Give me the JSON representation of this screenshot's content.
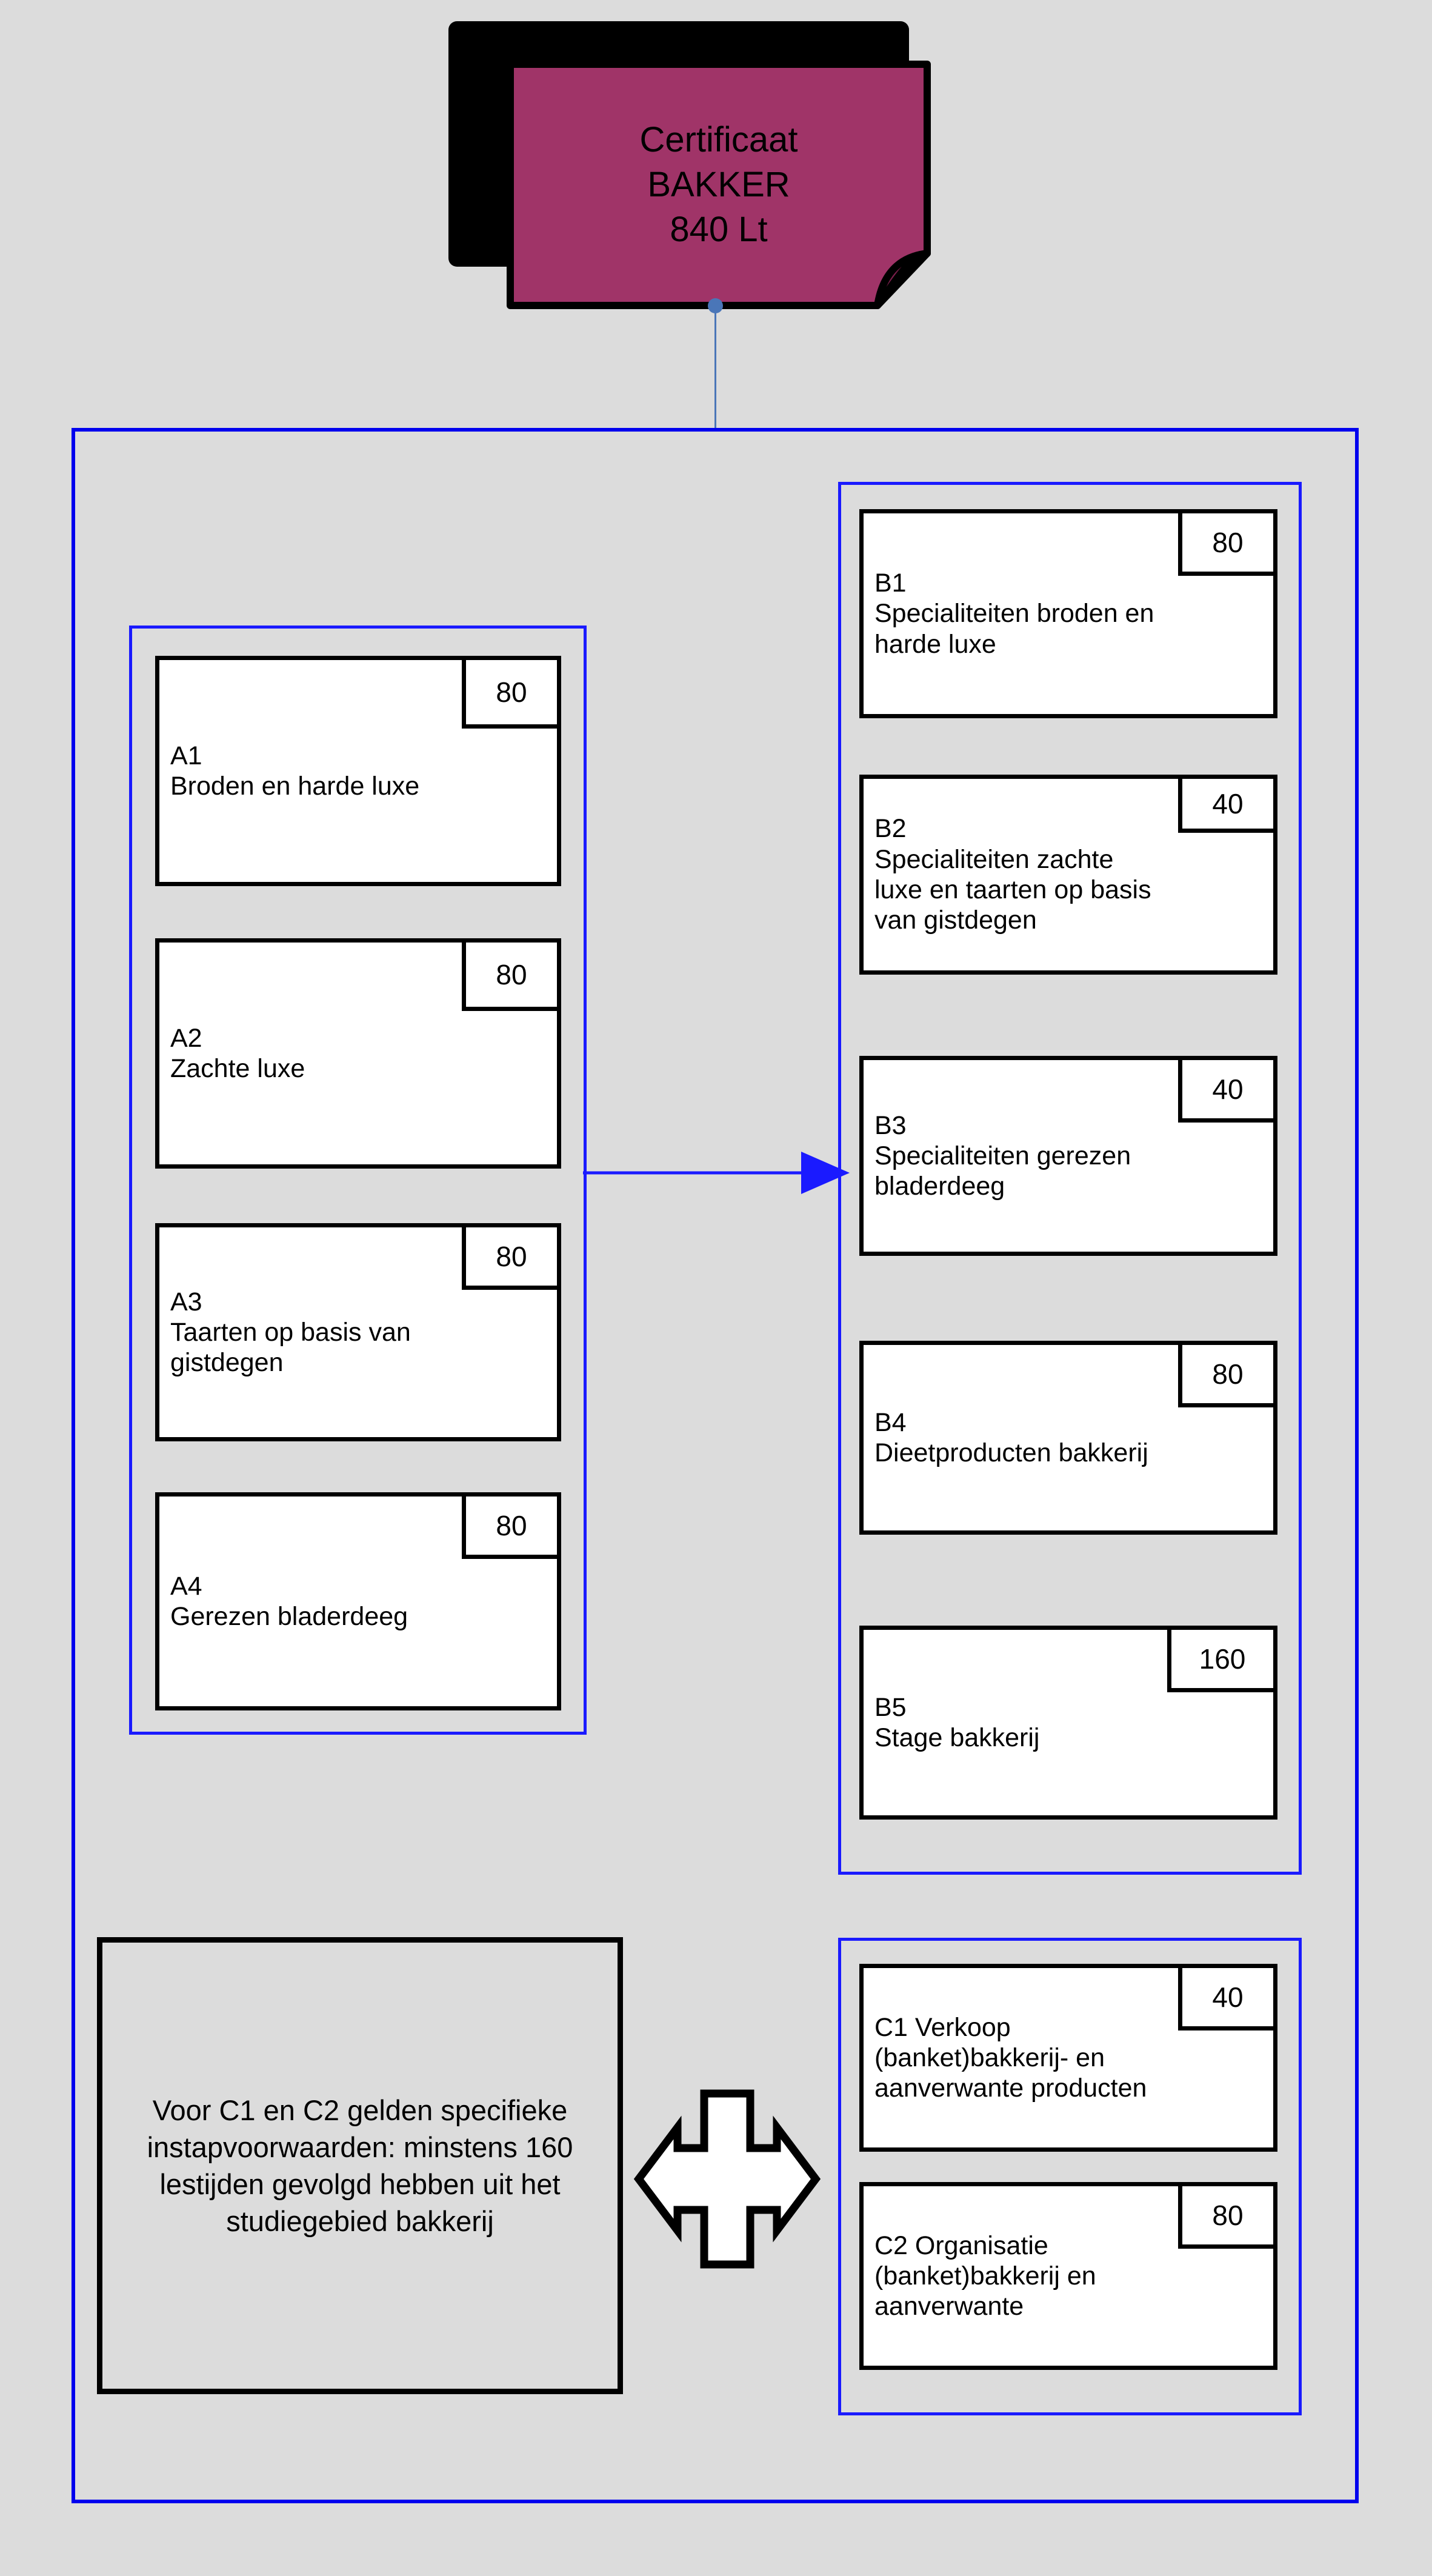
{
  "certificate": {
    "line1": "Certificaat",
    "line2": "BAKKER",
    "line3": "840 Lt",
    "paper_color": "#a03468",
    "fold_color": "#7d1f4c",
    "shadow_color": "#000000"
  },
  "colors": {
    "background": "#dcdcdc",
    "frame_blue": "#0000ee",
    "group_blue": "#1a1aff",
    "connector_blue": "#4a76b8",
    "box_border": "#000000",
    "box_fill": "#ffffff"
  },
  "group_a": {
    "modules": [
      {
        "code": "A1",
        "label": "Broden en harde luxe",
        "hours": "80"
      },
      {
        "code": "A2",
        "label": "Zachte luxe",
        "hours": "80"
      },
      {
        "code": "A3",
        "label": "Taarten op basis van gistdegen",
        "hours": "80"
      },
      {
        "code": "A4",
        "label": "Gerezen bladerdeeg",
        "hours": "80"
      }
    ]
  },
  "group_b": {
    "modules": [
      {
        "code": "B1",
        "label": "Specialiteiten broden en harde luxe",
        "hours": "80"
      },
      {
        "code": "B2",
        "label": "Specialiteiten zachte luxe en taarten op basis van gistdegen",
        "hours": "40"
      },
      {
        "code": "B3",
        "label": "Specialiteiten gerezen bladerdeeg",
        "hours": "40"
      },
      {
        "code": "B4",
        "label": "Dieetproducten bakkerij",
        "hours": "80"
      },
      {
        "code": "B5",
        "label": "Stage bakkerij",
        "hours": "160"
      }
    ]
  },
  "group_c": {
    "modules": [
      {
        "code": "",
        "label": "C1 Verkoop (banket)bakkerij- en aanverwante producten",
        "hours": "40"
      },
      {
        "code": "",
        "label": "C2 Organisatie (banket)bakkerij en aanverwante",
        "hours": "80"
      }
    ]
  },
  "note": {
    "text": "Voor C1 en C2 gelden specifieke instapvoorwaarden: minstens 160 lestijden gevolgd hebben uit het studiegebied bakkerij"
  },
  "arrows": {
    "a_to_b": "right-arrow",
    "note_to_c": "double-headed-arrow"
  }
}
